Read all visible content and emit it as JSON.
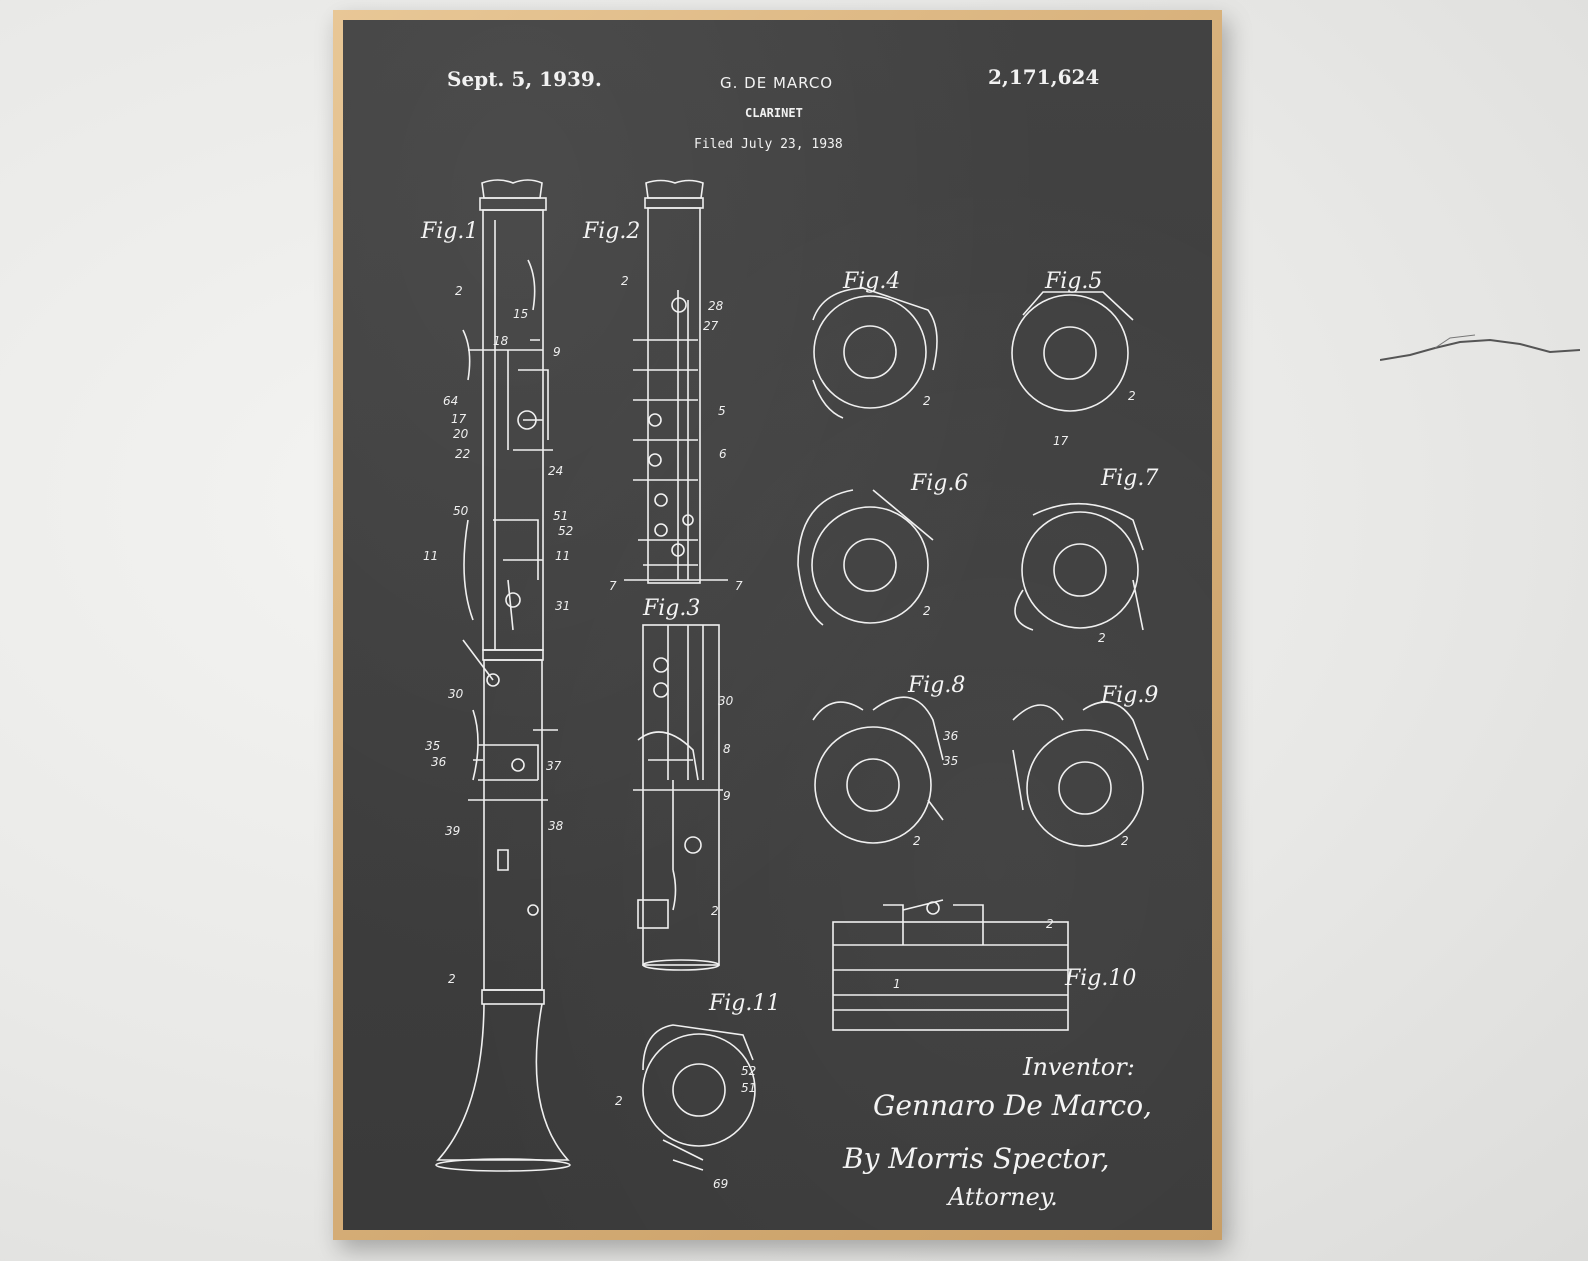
{
  "patent": {
    "date": "Sept. 5, 1939.",
    "inventor_header": "G. DE MARCO",
    "number": "2,171,624",
    "title": "CLARINET",
    "filed": "Filed July 23, 1938"
  },
  "figures": [
    "Fig.1",
    "Fig.2",
    "Fig.3",
    "Fig.4",
    "Fig.5",
    "Fig.6",
    "Fig.7",
    "Fig.8",
    "Fig.9",
    "Fig.10",
    "Fig.11"
  ],
  "signature": {
    "heading": "Inventor:",
    "inventor": "Gennaro De Marco,",
    "by": "By Morris Spector,",
    "role": "Attorney."
  },
  "colors": {
    "board": "#3f3f3f",
    "frame": "#d7b07a",
    "ink": "#f2f2f2",
    "wall": "#e9e9e7"
  }
}
